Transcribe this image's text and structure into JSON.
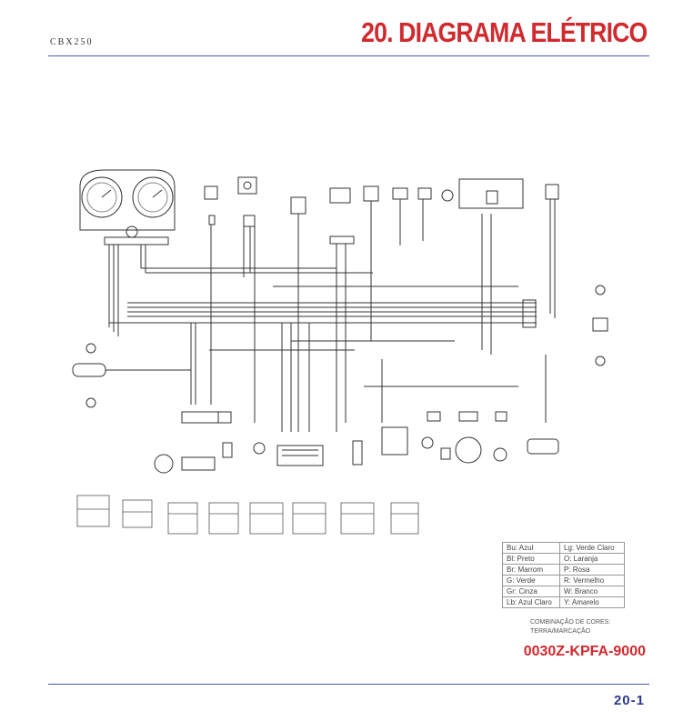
{
  "header": {
    "model": "CBX250",
    "title": "20. DIAGRAMA ELÉTRICO"
  },
  "legend": {
    "rows": [
      [
        "Bu: Azul",
        "Lg: Verde Claro"
      ],
      [
        "Bl: Preto",
        "O: Laranja"
      ],
      [
        "Br: Marrom",
        "P: Rosa"
      ],
      [
        "G: Verde",
        "R: Vermelho"
      ],
      [
        "Gr: Cinza",
        "W: Branco"
      ],
      [
        "Lb: Azul Claro",
        "Y: Amarelo"
      ]
    ],
    "caption_line1": "COMBINAÇÃO DE CORES:",
    "caption_line2": "TERRA/MARCAÇÃO"
  },
  "part_number": "0030Z-KPFA-9000",
  "footer": {
    "page_number": "20-1"
  },
  "colors": {
    "title_red": "#d02a2f",
    "rule_blue": "#4a5aa8",
    "page_blue": "#2a3a8c"
  }
}
